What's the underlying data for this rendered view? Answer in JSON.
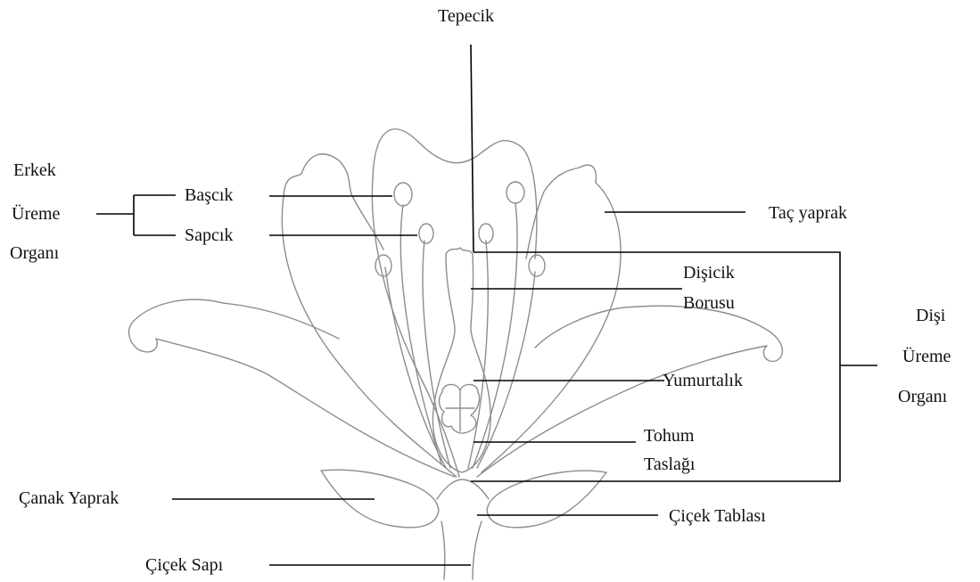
{
  "labels": {
    "tepecik": "Tepecik",
    "erkek_group": [
      "Erkek",
      "Üreme",
      "Organı"
    ],
    "bascik": "Başcık",
    "sapcik": "Sapcık",
    "tac_yaprak": "Taç yaprak",
    "disicik_borusu": [
      "Dişicik",
      "Borusu"
    ],
    "disi_group": [
      "Dişi",
      "Üreme",
      "Organı"
    ],
    "yumurtalik": "Yumurtalık",
    "tohum_taslagi": [
      "Tohum",
      "Taslağı"
    ],
    "canak_yaprak": "Çanak Yaprak",
    "cicek_tablasi": "Çiçek Tablası",
    "cicek_sapi": "Çiçek Sapı"
  },
  "colors": {
    "sketch": "#8d8d8d",
    "leader": "#000000",
    "text": "#111111"
  }
}
